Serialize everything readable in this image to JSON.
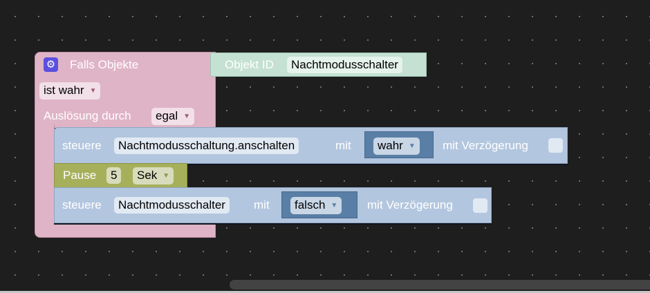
{
  "trigger": {
    "title": "Falls Objekte",
    "condition": "ist wahr",
    "trigger_label": "Auslösung durch",
    "trigger_value": "egal",
    "icon": "gear-icon"
  },
  "object_id": {
    "label": "Objekt ID",
    "value": "Nachtmodusschalter"
  },
  "control1": {
    "label": "steuere",
    "object": "Nachtmodusschaltung.anschalten",
    "with": "mit",
    "value": "wahr",
    "delay_label": "mit Verzögerung",
    "delay_checked": false
  },
  "pause": {
    "label": "Pause",
    "value": "5",
    "unit": "Sek"
  },
  "control2": {
    "label": "steuere",
    "object": "Nachtmodusschalter",
    "with": "mit",
    "value": "falsch",
    "delay_label": "mit Verzögerung",
    "delay_checked": false
  },
  "colors": {
    "trigger": "#dfb4c6",
    "object": "#c4e1d3",
    "control": "#b3c6df",
    "pause": "#a6b05b",
    "value": "#5a7fa6",
    "background": "#1e1e1e"
  }
}
